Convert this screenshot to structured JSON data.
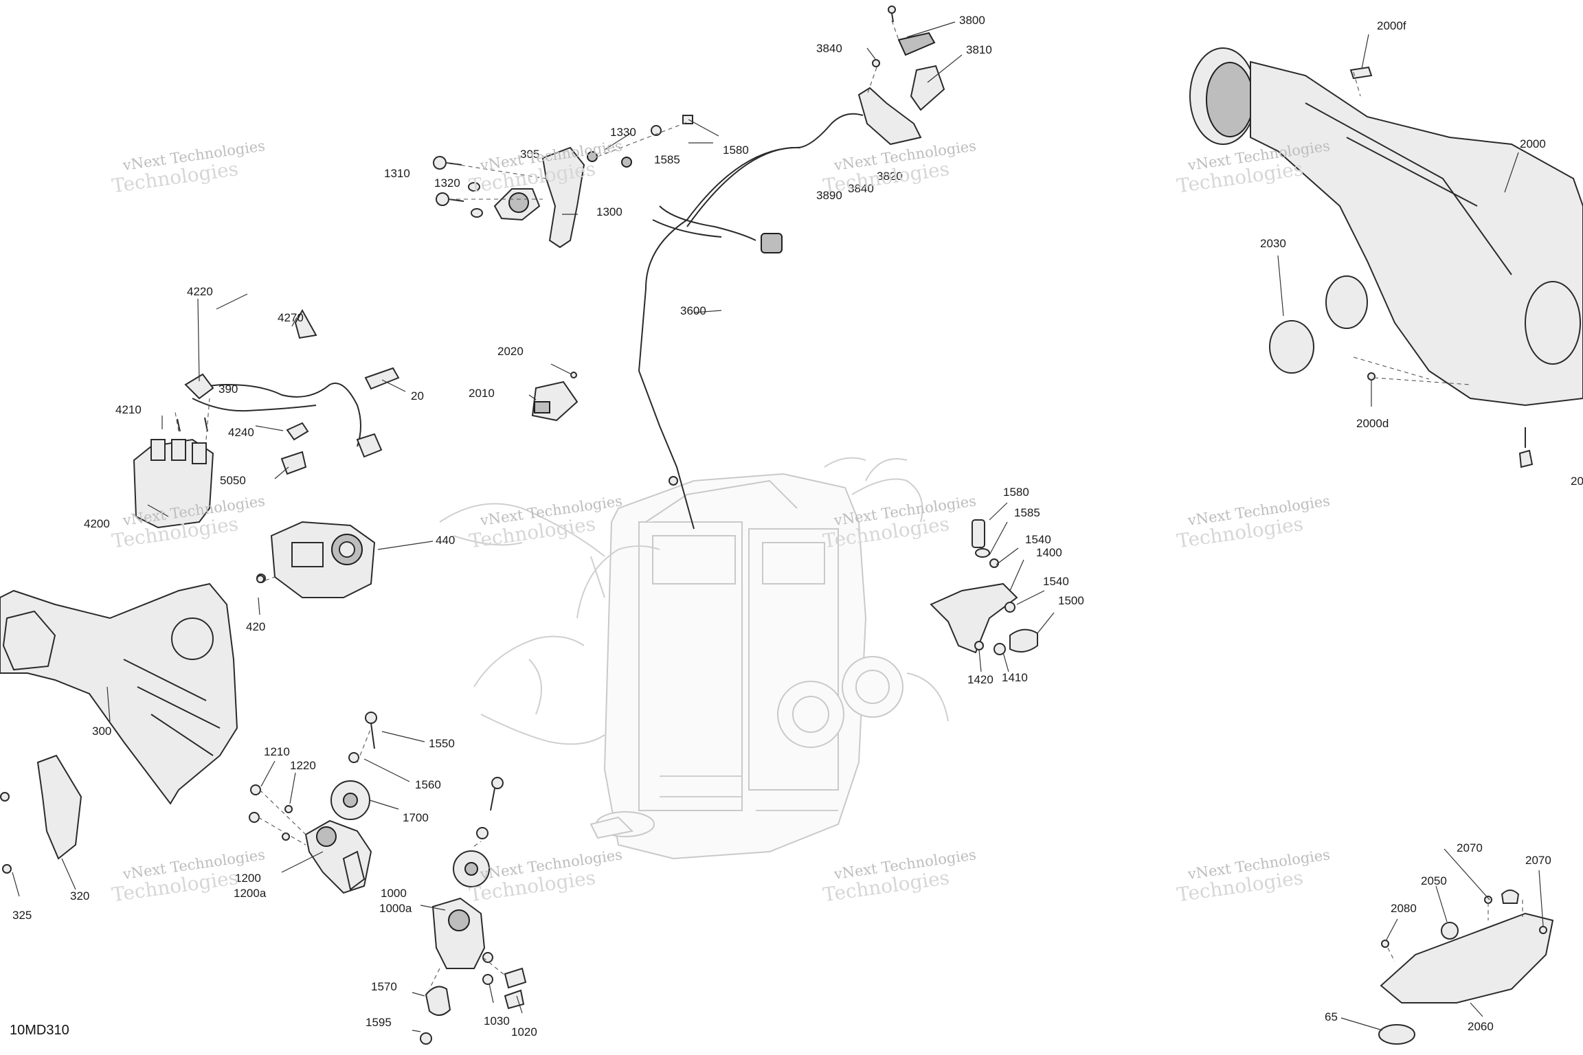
{
  "diagram_ref": "10MD310",
  "watermark": {
    "line1": "vNext Technologies",
    "line2": "Technologies"
  },
  "callouts": [
    {
      "id": "3800",
      "text": "3800"
    },
    {
      "id": "3840a",
      "text": "3840"
    },
    {
      "id": "3810",
      "text": "3810"
    },
    {
      "id": "3890",
      "text": "3890"
    },
    {
      "id": "3840b",
      "text": "3840"
    },
    {
      "id": "3820",
      "text": "3820"
    },
    {
      "id": "1330",
      "text": "1330"
    },
    {
      "id": "305",
      "text": "305"
    },
    {
      "id": "1310",
      "text": "1310"
    },
    {
      "id": "1320",
      "text": "1320"
    },
    {
      "id": "1585a",
      "text": "1585"
    },
    {
      "id": "1580a",
      "text": "1580"
    },
    {
      "id": "1300",
      "text": "1300"
    },
    {
      "id": "3600",
      "text": "3600"
    },
    {
      "id": "4220",
      "text": "4220"
    },
    {
      "id": "4270",
      "text": "4270"
    },
    {
      "id": "390",
      "text": "390"
    },
    {
      "id": "20",
      "text": "20"
    },
    {
      "id": "4210",
      "text": "4210"
    },
    {
      "id": "4240",
      "text": "4240"
    },
    {
      "id": "5050",
      "text": "5050"
    },
    {
      "id": "4200",
      "text": "4200"
    },
    {
      "id": "2020",
      "text": "2020"
    },
    {
      "id": "2010",
      "text": "2010"
    },
    {
      "id": "440",
      "text": "440"
    },
    {
      "id": "420",
      "text": "420"
    },
    {
      "id": "300",
      "text": "300"
    },
    {
      "id": "1210",
      "text": "1210"
    },
    {
      "id": "1220",
      "text": "1220"
    },
    {
      "id": "1200",
      "text": "1200"
    },
    {
      "id": "1200a",
      "text": "1200a"
    },
    {
      "id": "320",
      "text": "320"
    },
    {
      "id": "325",
      "text": "325"
    },
    {
      "id": "1550",
      "text": "1550"
    },
    {
      "id": "1560",
      "text": "1560"
    },
    {
      "id": "1700",
      "text": "1700"
    },
    {
      "id": "1000",
      "text": "1000"
    },
    {
      "id": "1000a",
      "text": "1000a"
    },
    {
      "id": "1570",
      "text": "1570"
    },
    {
      "id": "1595",
      "text": "1595"
    },
    {
      "id": "1030",
      "text": "1030"
    },
    {
      "id": "1020",
      "text": "1020"
    },
    {
      "id": "1580b",
      "text": "1580"
    },
    {
      "id": "1585b",
      "text": "1585"
    },
    {
      "id": "1540a",
      "text": "1540"
    },
    {
      "id": "1400",
      "text": "1400"
    },
    {
      "id": "1540b",
      "text": "1540"
    },
    {
      "id": "1500",
      "text": "1500"
    },
    {
      "id": "1420",
      "text": "1420"
    },
    {
      "id": "1410",
      "text": "1410"
    },
    {
      "id": "2000f",
      "text": "2000f"
    },
    {
      "id": "2000",
      "text": "2000"
    },
    {
      "id": "2030",
      "text": "2030"
    },
    {
      "id": "2000d",
      "text": "2000d"
    },
    {
      "id": "20xx",
      "text": "20"
    },
    {
      "id": "2070a",
      "text": "2070"
    },
    {
      "id": "2070b",
      "text": "2070"
    },
    {
      "id": "2050",
      "text": "2050"
    },
    {
      "id": "2080",
      "text": "2080"
    },
    {
      "id": "65",
      "text": "65"
    },
    {
      "id": "2060",
      "text": "2060"
    }
  ]
}
